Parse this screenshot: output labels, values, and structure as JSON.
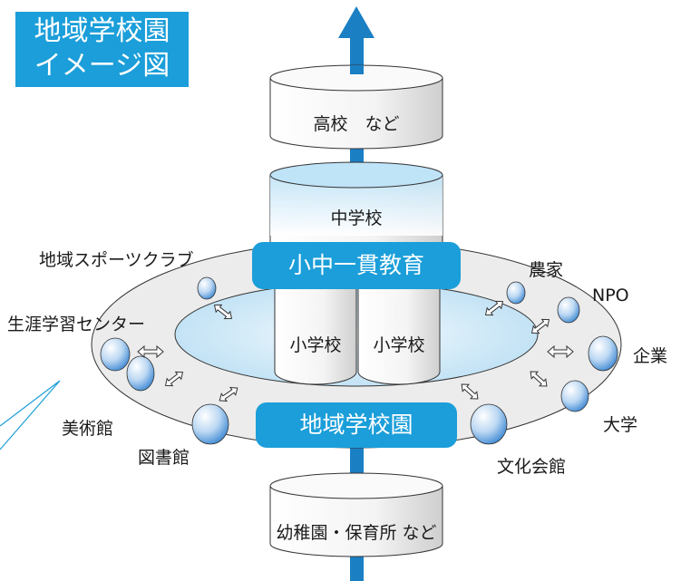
{
  "title": {
    "line1": "地域学校園",
    "line2": "イメージ図"
  },
  "cylinders": {
    "high_school": "高校　など",
    "junior_high": "中学校",
    "elementary_left": "小学校",
    "elementary_right": "小学校",
    "kindergarten": "幼稚園・保育所 など"
  },
  "banners": {
    "integrated_education": "小中一貫教育",
    "school_area": "地域学校園"
  },
  "partners": {
    "sports_club": "地域スポーツクラブ",
    "lifelong_center": "生涯学習センター",
    "art_museum": "美術館",
    "library": "図書館",
    "farmer": "農家",
    "npo": "NPO",
    "company": "企業",
    "university": "大学",
    "cultural_hall": "文化会館"
  },
  "colors": {
    "accent": "#1b9ed9",
    "ring_fill": "#ececec",
    "inner_fill": "#cfe9f7",
    "sphere": "#2f86d6"
  }
}
